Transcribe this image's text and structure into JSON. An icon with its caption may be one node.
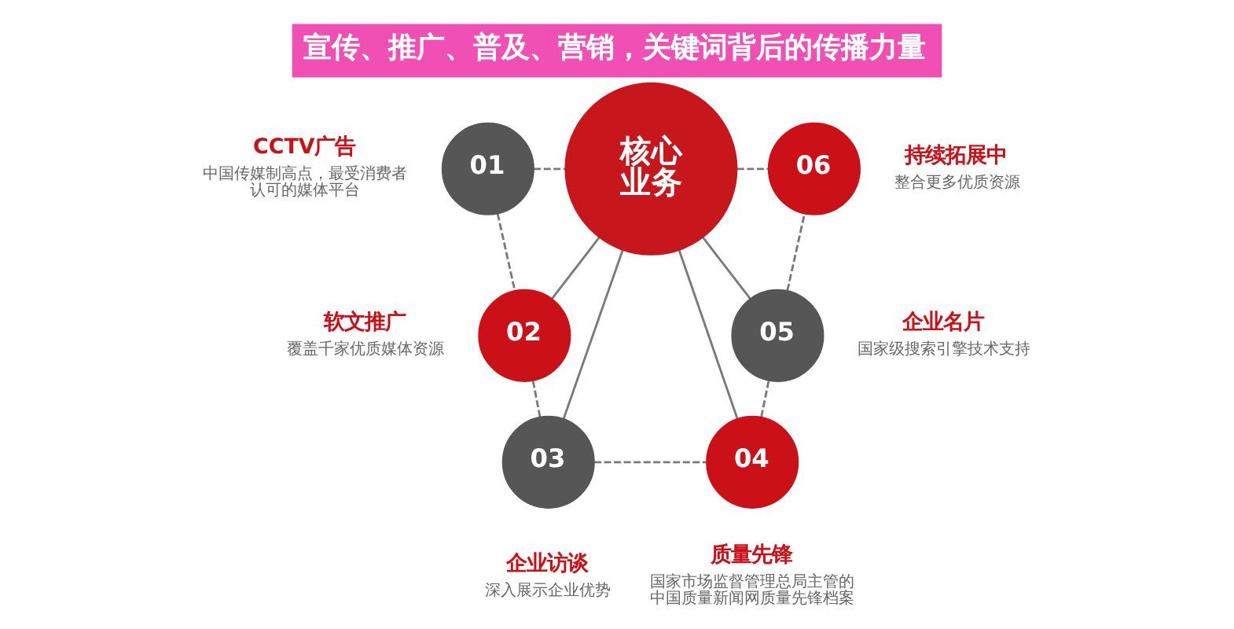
{
  "diagram": {
    "title": "宣传、推广、普及、营销，关键词背后的传播力量",
    "nodes": [
      {
        "text": [
          "核心业务"
        ]
      },
      {
        "text": [
          "01"
        ],
        "beside": [
          "CCTV广告",
          "中国传媒制高点，最受消费者认可的媒体平台"
        ]
      },
      {
        "text": [
          "02"
        ],
        "beside": [
          "软文推广",
          "覆盖千家优质媒体资源"
        ]
      },
      {
        "text": [
          "03"
        ],
        "beside": [
          "企业访谈",
          "深入展示企业优势"
        ]
      },
      {
        "text": [
          "04"
        ],
        "beside": [
          "质量先锋",
          "国家市场监督管理总局主管的中国质量新闻网质量先锋档案"
        ]
      },
      {
        "text": [
          "05"
        ],
        "beside": [
          "企业名片",
          "国家级搜索引擎技术支持"
        ]
      },
      {
        "text": [
          "06"
        ],
        "beside": [
          "持续拓展中",
          "整合更多优质资源"
        ]
      }
    ],
    "edges": [
      {
        "from": 1,
        "to": 0,
        "arrow": "none",
        "style": "dashed"
      },
      {
        "from": 0,
        "to": 6,
        "arrow": "none",
        "style": "dashed"
      },
      {
        "from": 0,
        "to": 2,
        "arrow": "none"
      },
      {
        "from": 0,
        "to": 3,
        "arrow": "none"
      },
      {
        "from": 0,
        "to": 4,
        "arrow": "none"
      },
      {
        "from": 0,
        "to": 5,
        "arrow": "none"
      },
      {
        "from": 1,
        "to": 2,
        "arrow": "none",
        "style": "dashed"
      },
      {
        "from": 2,
        "to": 3,
        "arrow": "none",
        "style": "dashed"
      },
      {
        "from": 3,
        "to": 4,
        "arrow": "none",
        "style": "dashed"
      },
      {
        "from": 4,
        "to": 5,
        "arrow": "none",
        "style": "dashed"
      },
      {
        "from": 5,
        "to": 6,
        "arrow": "none",
        "style": "dashed"
      }
    ]
  }
}
